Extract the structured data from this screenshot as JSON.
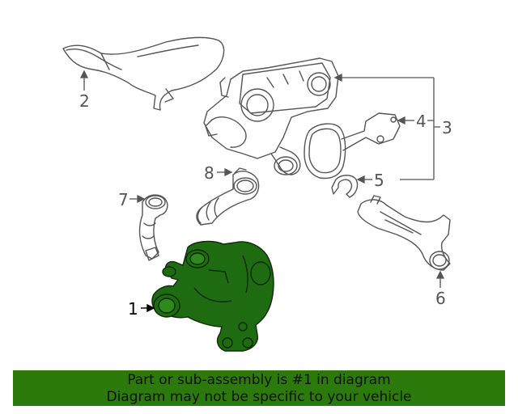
{
  "callouts": [
    {
      "id": "1",
      "text": "1"
    },
    {
      "id": "2",
      "text": "2"
    },
    {
      "id": "3",
      "text": "3"
    },
    {
      "id": "4",
      "text": "4"
    },
    {
      "id": "5",
      "text": "5"
    },
    {
      "id": "6",
      "text": "6"
    },
    {
      "id": "7",
      "text": "7"
    },
    {
      "id": "8",
      "text": "8"
    }
  ],
  "banner": {
    "line1": "Part or sub-assembly is #1 in diagram",
    "line2": "Diagram may not be specific to your vehicle"
  },
  "colors": {
    "highlight": "#2b7a0b",
    "highlight_part": "#1f6b12",
    "line": "#555555"
  }
}
